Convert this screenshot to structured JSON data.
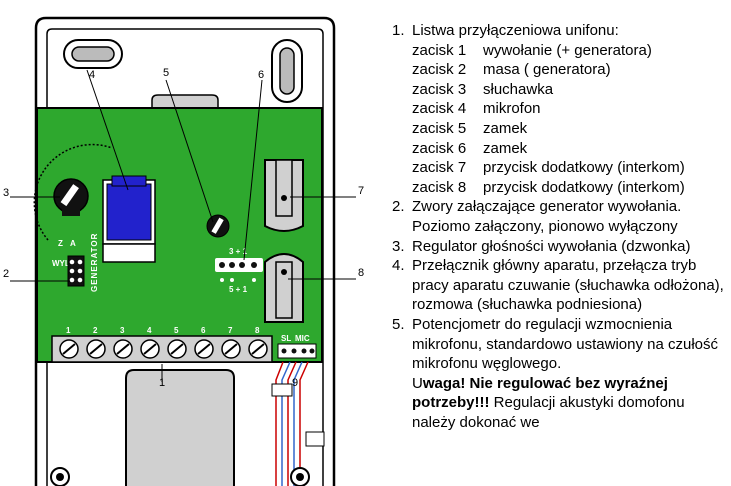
{
  "diagram": {
    "callouts": [
      "1",
      "2",
      "3",
      "4",
      "5",
      "6",
      "7",
      "8",
      "9"
    ],
    "terminal_numbers": [
      "1",
      "2",
      "3",
      "4",
      "5",
      "6",
      "7",
      "8"
    ],
    "mic_labels": {
      "sl": "SL",
      "mic": "MIC"
    },
    "generator_labels": {
      "z": "Z",
      "a": "A",
      "wyl": "WYL",
      "vertical": "GENERATOR"
    },
    "jumper_labels": {
      "top": "3  +  1",
      "bottom": "5  +  1"
    },
    "colors": {
      "board": "#2ea82e",
      "jumper": "#2222cc",
      "housing": "#d0d0d0"
    }
  },
  "legend": {
    "item1": {
      "num": "1.",
      "title": "Listwa przyłączeniowa unifonu:",
      "clamps": [
        {
          "k": "zacisk 1",
          "v": "wywołanie (+ generatora)"
        },
        {
          "k": "zacisk 2",
          "v": "masa ( generatora)"
        },
        {
          "k": "zacisk 3",
          "v": "słuchawka"
        },
        {
          "k": "zacisk 4",
          "v": "mikrofon"
        },
        {
          "k": "zacisk 5",
          "v": "zamek"
        },
        {
          "k": "zacisk 6",
          "v": "zamek"
        },
        {
          "k": "zacisk 7",
          "v": "przycisk dodatkowy (interkom)"
        },
        {
          "k": "zacisk 8",
          "v": "przycisk dodatkowy (interkom)"
        }
      ]
    },
    "item2": {
      "num": "2.",
      "text": "Zwory załączające generator wywołania. Poziomo załączony, pionowo wyłączony"
    },
    "item3": {
      "num": "3.",
      "text": "Regulator głośności wywołania (dzwonka)"
    },
    "item4": {
      "num": "4.",
      "text": "Przełącznik główny aparatu, przełącza tryb pracy aparatu czuwanie (słuchawka odłożona), rozmowa (słuchawka podniesiona)"
    },
    "item5": {
      "num": "5.",
      "text": "Potencjometr do regulacji wzmocnienia mikrofonu, standardowo ustawiony na czułość mikrofonu węglowego.",
      "warn_prefix": "U",
      "warn_bold": "waga! Nie regulować bez wyraźnej potrzeby!!!",
      "warn_rest": " Regulacji akustyki domofonu należy dokonać we"
    }
  }
}
